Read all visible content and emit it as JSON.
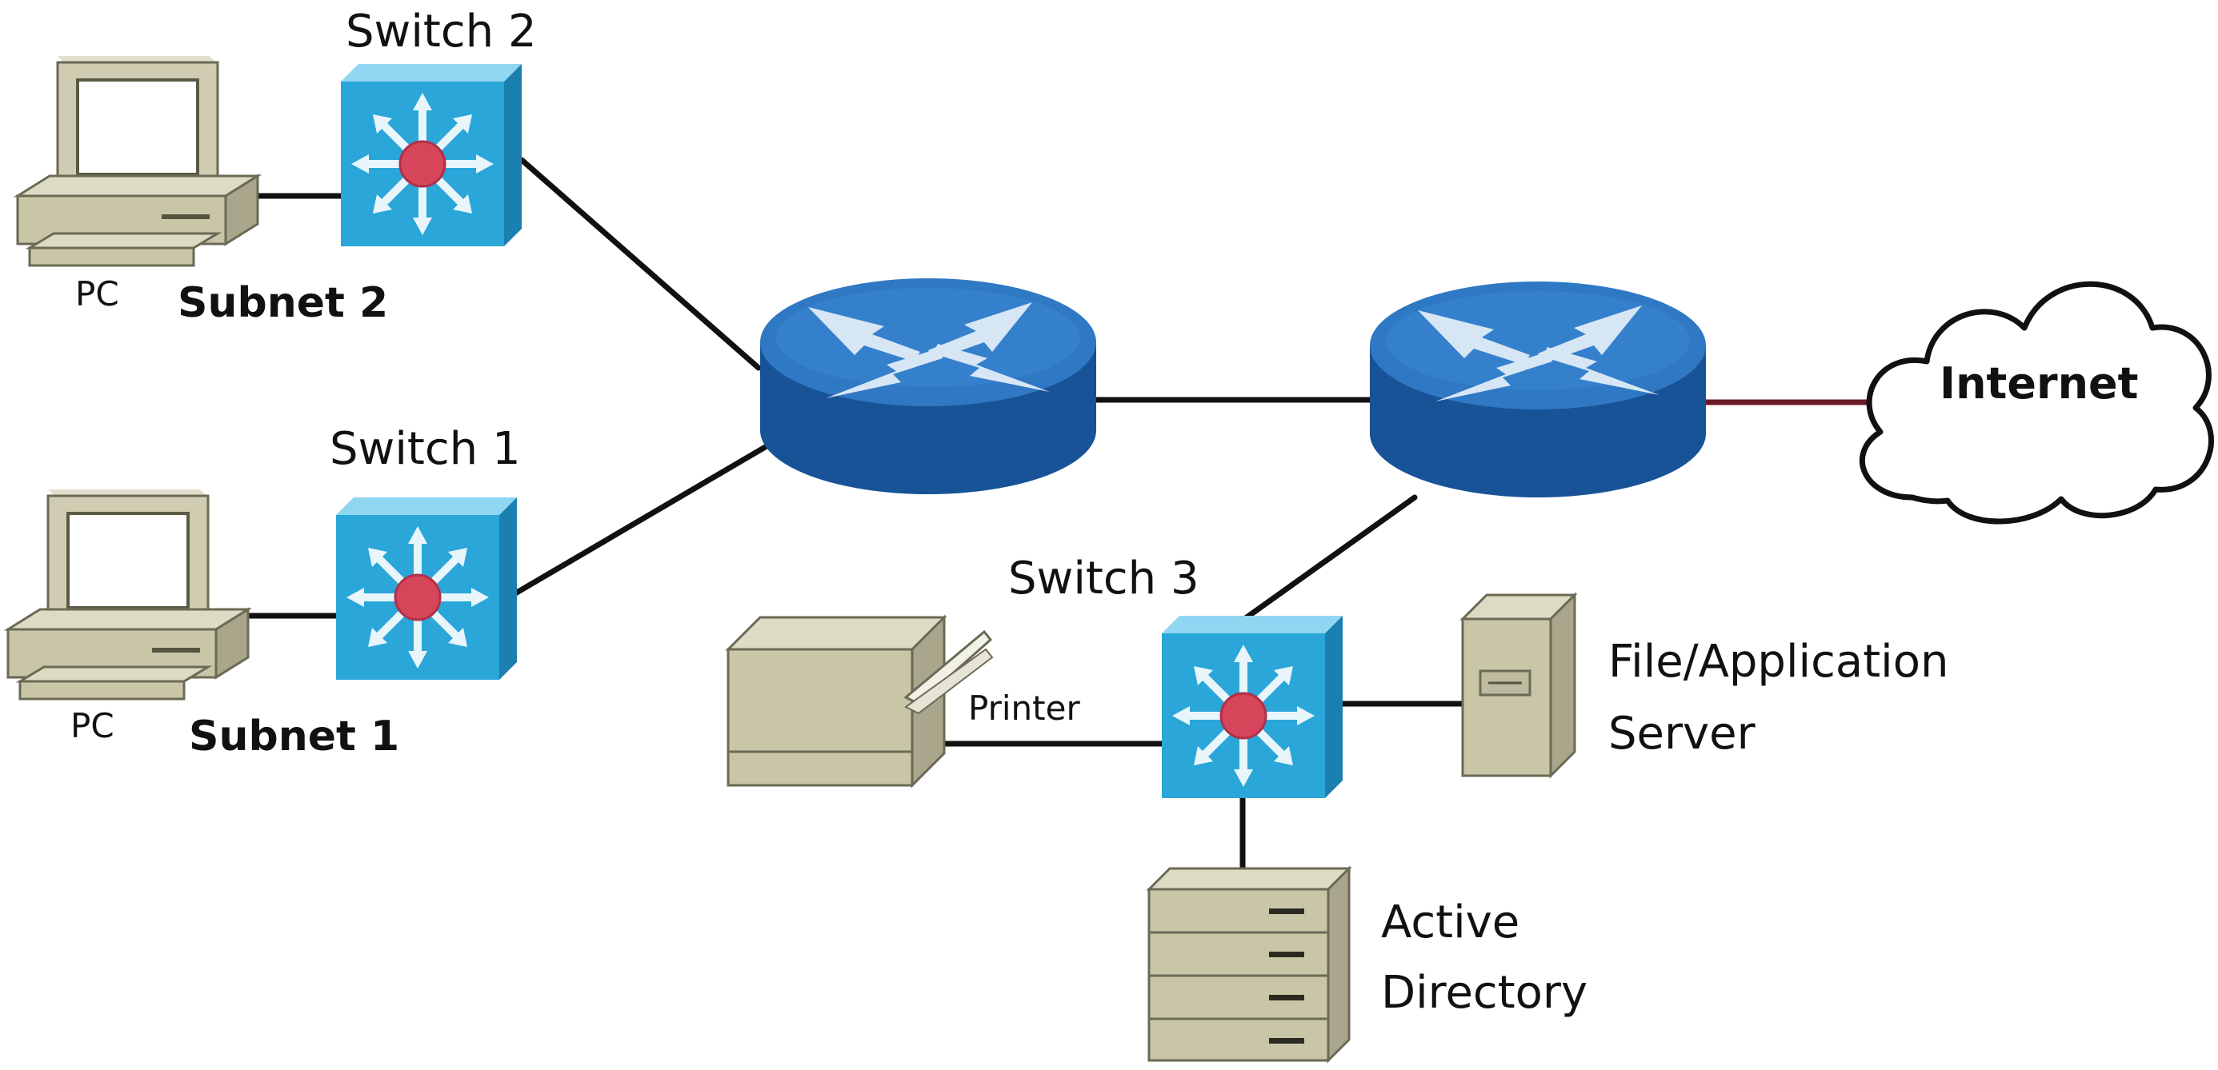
{
  "labels": {
    "switch_2": "Switch 2",
    "switch_1": "Switch 1",
    "switch_3": "Switch 3",
    "pc_top": "PC",
    "pc_bottom": "PC",
    "subnet_2": "Subnet 2",
    "subnet_1": "Subnet 1",
    "internet": "Internet",
    "printer": "Printer",
    "file_server_line1": "File/Application",
    "file_server_line2": "Server",
    "active_directory_line1": "Active",
    "active_directory_line2": "Directory"
  },
  "colors": {
    "link": "#111111",
    "internet_link": "#6b1a2a",
    "switch_blue": "#2aa6d8",
    "router_blue": "#1d5fa8",
    "device_beige": "#c9c6a8",
    "hub_red": "#d6455a"
  },
  "icons": {
    "pc": "desktop-computer-icon",
    "switch": "multilayer-switch-icon",
    "router": "router-icon",
    "cloud": "cloud-icon",
    "printer": "printer-icon",
    "server": "tower-server-icon",
    "rack": "rack-server-icon"
  }
}
